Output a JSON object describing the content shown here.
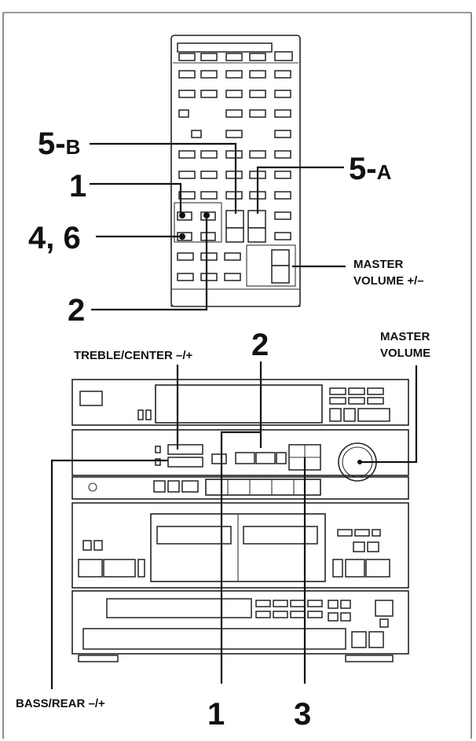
{
  "labels": {
    "five_b_num": "5-",
    "five_b_letter": "B",
    "five_a_num": "5-",
    "five_a_letter": "A",
    "one_remote": "1",
    "four_six": "4, 6",
    "two_remote": "2",
    "master_volume_pm_line1": "MASTER",
    "master_volume_pm_line2": "VOLUME +/–",
    "treble_center": "TREBLE/CENTER –/+",
    "two_unit": "2",
    "master_volume_line1": "MASTER",
    "master_volume_line2": "VOLUME",
    "bass_rear": "BASS/REAR –/+",
    "one_unit": "1",
    "three_unit": "3"
  }
}
